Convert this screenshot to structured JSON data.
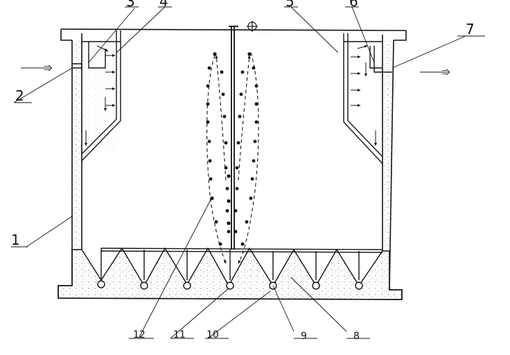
{
  "labels": {
    "l1": "1",
    "l2": "2",
    "l3": "3",
    "l4": "4",
    "l5": "5",
    "l6": "6",
    "l7": "7",
    "l8": "8",
    "l9": "9",
    "l10": "10",
    "l11": "11",
    "l12": "12"
  },
  "colors": {
    "line": "#111111",
    "sand_dot": "#555555",
    "background": "#ffffff"
  }
}
